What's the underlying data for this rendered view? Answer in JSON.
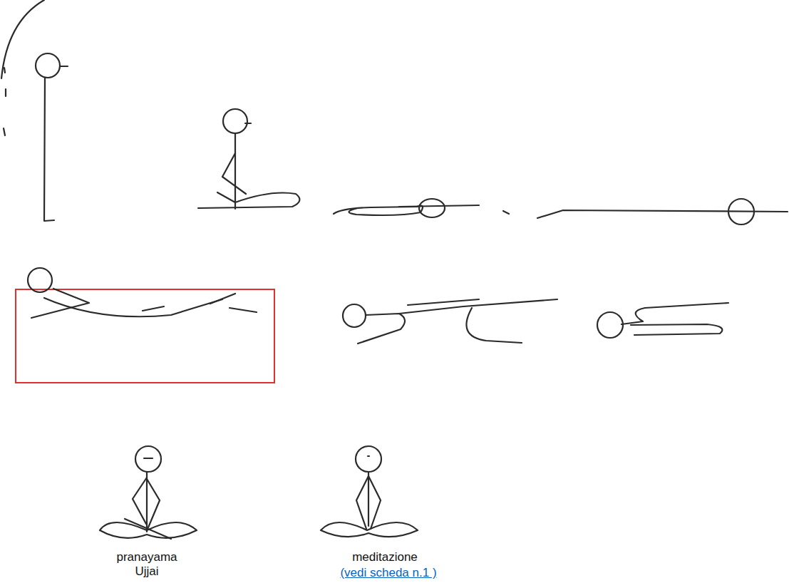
{
  "diagram": {
    "labels": [
      "pranayama Ujjai",
      "meditazione",
      "(vedi scheda n.1 )"
    ]
  }
}
